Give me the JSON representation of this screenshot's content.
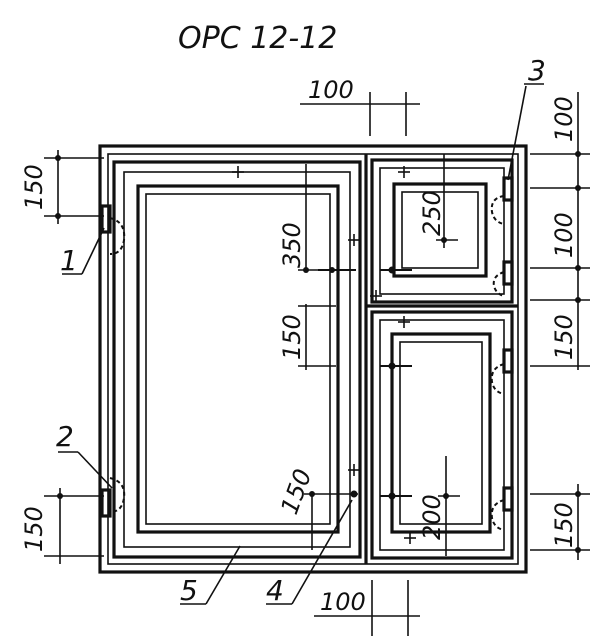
{
  "title": "ОРС 12-12",
  "dimensions": {
    "top_100": "100",
    "right_100_top": "100",
    "right_100_mid": "100",
    "right_150_mid": "150",
    "right_150_bottom": "150",
    "left_150_top": "150",
    "left_150_bottom": "150",
    "inner_350": "350",
    "inner_150_mid": "150",
    "inner_150_low": "150",
    "inner_250": "250",
    "inner_200": "200",
    "bottom_100": "100"
  },
  "callouts": [
    "1",
    "2",
    "3",
    "4",
    "5"
  ]
}
